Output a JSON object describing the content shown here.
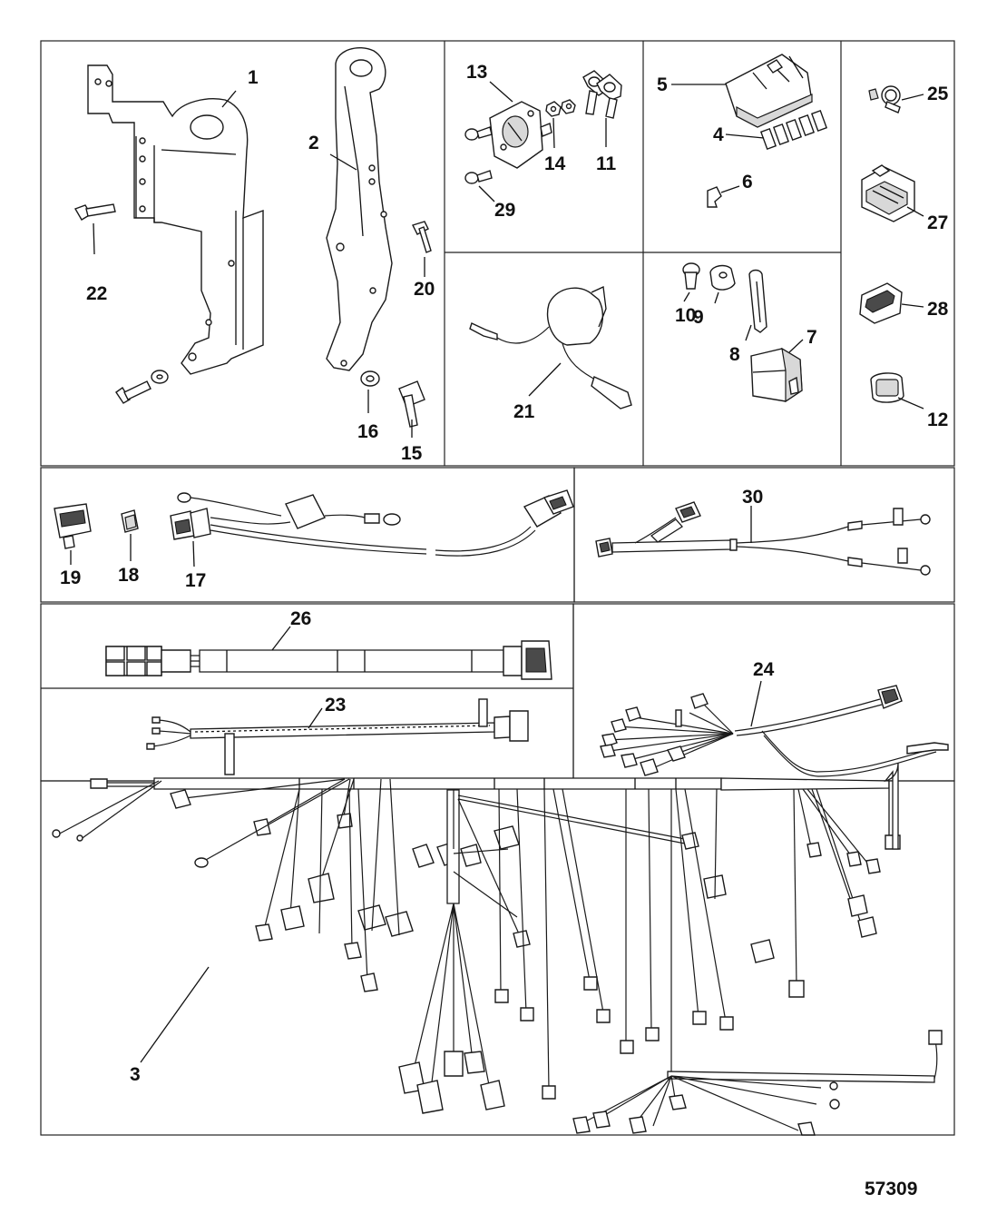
{
  "figure_number": "57309",
  "callouts": {
    "c1": "1",
    "c2": "2",
    "c3": "3",
    "c4": "4",
    "c5": "5",
    "c6": "6",
    "c7": "7",
    "c8": "8",
    "c9": "9",
    "c10": "10",
    "c11": "11",
    "c12": "12",
    "c13": "13",
    "c14": "14",
    "c15": "15",
    "c16": "16",
    "c17": "17",
    "c18": "18",
    "c19": "19",
    "c20": "20",
    "c21": "21",
    "c22": "22",
    "c23": "23",
    "c24": "24",
    "c25": "25",
    "c26": "26",
    "c27": "27",
    "c28": "28",
    "c29": "29",
    "c30": "30"
  }
}
